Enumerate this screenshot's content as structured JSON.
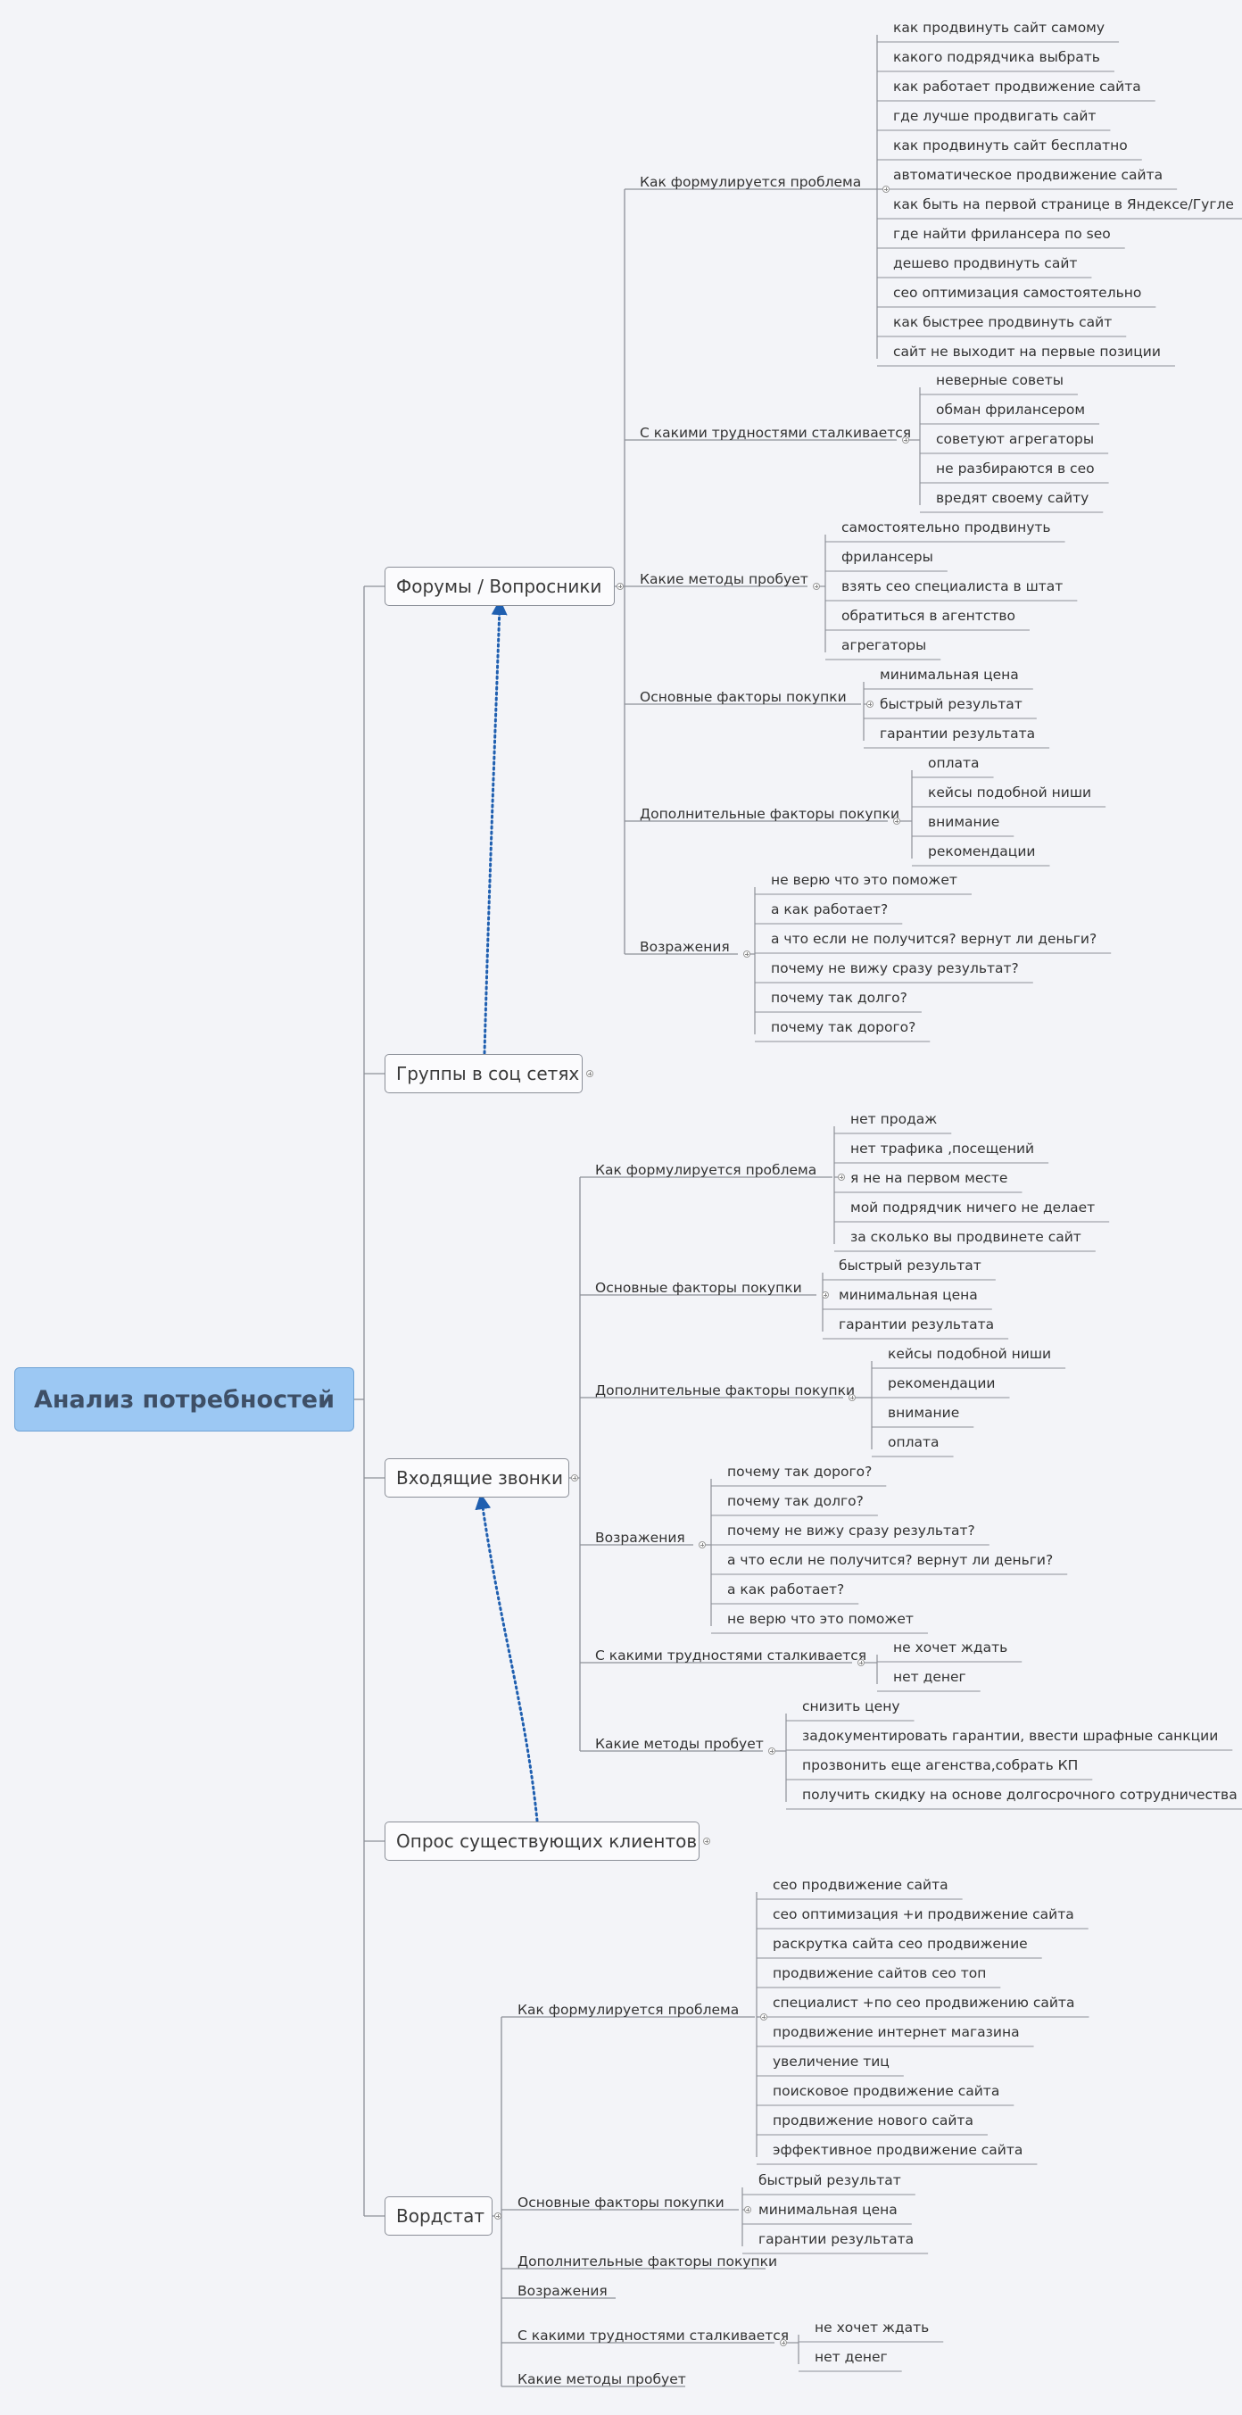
{
  "root": "Анализ потребностей",
  "branches": [
    {
      "label": "Форумы / Вопросники",
      "children": [
        {
          "label": "Как формулируется проблема",
          "items": [
            "как продвинуть сайт самому",
            "какого подрядчика выбрать",
            "как работает продвижение сайта",
            "где лучше продвигать сайт",
            "как продвинуть сайт бесплатно",
            "автоматическое продвижение сайта",
            "как быть на первой странице в Яндексе/Гугле",
            "где найти фрилансера по seo",
            "дешево продвинуть сайт",
            "сео оптимизация самостоятельно",
            "как быстрее продвинуть сайт",
            "сайт не выходит на первые позиции"
          ]
        },
        {
          "label": "С какими трудностями сталкивается",
          "items": [
            "неверные советы",
            "обман фрилансером",
            "советуют агрегаторы",
            "не разбираются в сео",
            "вредят своему сайту"
          ]
        },
        {
          "label": "Какие методы пробует",
          "items": [
            "самостоятельно продвинуть",
            "фрилансеры",
            "взять сео специалиста в штат",
            "обратиться в агентство",
            "агрегаторы"
          ]
        },
        {
          "label": "Основные факторы покупки",
          "items": [
            "минимальная цена",
            "быстрый результат",
            "гарантии результата"
          ]
        },
        {
          "label": "Дополнительные факторы покупки",
          "items": [
            "оплата",
            "кейсы подобной ниши",
            "внимание",
            "рекомендации"
          ]
        },
        {
          "label": "Возражения",
          "items": [
            "не верю что это поможет",
            "а как работает?",
            "а что если не получится? вернут ли деньги?",
            "почему не вижу сразу результат?",
            "почему так долго?",
            "почему так дорого?"
          ]
        }
      ]
    },
    {
      "label": "Группы в соц сетях",
      "children": []
    },
    {
      "label": "Входящие звонки",
      "children": [
        {
          "label": "Как формулируется проблема",
          "items": [
            "нет продаж",
            "нет трафика ,посещений",
            "я не на первом месте",
            "мой подрядчик ничего не делает",
            "за сколько вы продвинете сайт"
          ]
        },
        {
          "label": "Основные факторы покупки",
          "items": [
            "быстрый результат",
            "минимальная цена",
            "гарантии результата"
          ]
        },
        {
          "label": "Дополнительные факторы покупки",
          "items": [
            "кейсы подобной ниши",
            "рекомендации",
            "внимание",
            "оплата"
          ]
        },
        {
          "label": "Возражения",
          "items": [
            "почему так дорого?",
            "почему так долго?",
            "почему не вижу сразу результат?",
            "а что если не получится? вернут ли деньги?",
            "а как работает?",
            "не верю что это поможет"
          ]
        },
        {
          "label": "С какими трудностями сталкивается",
          "items": [
            "не хочет ждать",
            "нет денег"
          ]
        },
        {
          "label": "Какие методы пробует",
          "items": [
            "снизить цену",
            "задокументировать гарантии, ввести шрафные санкции",
            "прозвонить еще агенства,собрать КП",
            "получить скидку на основе долгосрочного сотрудничества"
          ]
        }
      ]
    },
    {
      "label": "Опрос существующих клиентов",
      "children": []
    },
    {
      "label": "Вордстат",
      "children": [
        {
          "label": "Как формулируется проблема",
          "items": [
            "сео продвижение сайта",
            "сео оптимизация +и продвижение сайта",
            "раскрутка сайта сео продвижение",
            "продвижение сайтов сео топ",
            "специалист +по сео продвижению сайта",
            "продвижение интернет магазина",
            "увеличение тиц",
            "поисковое продвижение сайта",
            "продвижение нового сайта",
            "эффективное продвижение сайта"
          ]
        },
        {
          "label": "Основные факторы покупки",
          "items": [
            "быстрый результат",
            "минимальная цена",
            "гарантии результата"
          ]
        },
        {
          "label": "Дополнительные факторы покупки",
          "items": []
        },
        {
          "label": "Возражения",
          "items": []
        },
        {
          "label": "С какими трудностями сталкивается",
          "items": [
            "не хочет ждать",
            "нет денег"
          ]
        },
        {
          "label": "Какие методы пробует",
          "items": []
        }
      ]
    }
  ]
}
